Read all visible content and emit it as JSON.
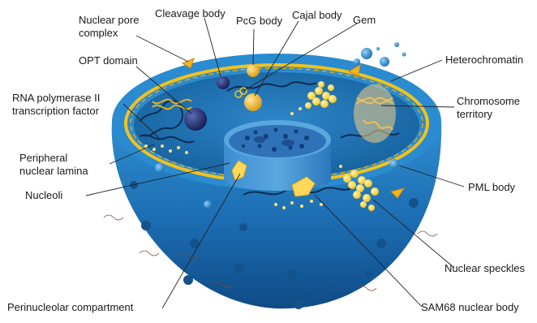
{
  "labels": {
    "nuclear_pore_complex": "Nuclear pore\ncomplex",
    "cleavage_body": "Cleavage body",
    "pcg_body": "PcG body",
    "cajal_body": "Cajal body",
    "gem": "Gem",
    "heterochromatin": "Heterochromatin",
    "opt_domain": "OPT domain",
    "rna_pol_ii_tf": "RNA polymerase II\ntranscription factor",
    "chromosome_territory": "Chromosome\nterritory",
    "peripheral_nuclear_lamina": "Peripheral\nnuclear lamina",
    "nucleoli": "Nucleoli",
    "pml_body": "PML body",
    "nuclear_speckles": "Nuclear speckles",
    "perinucleolar_compartment": "Perinucleolar compartment",
    "sam68_nuclear_body": "SAM68 nuclear body"
  },
  "colors": {
    "nucleus_blue": "#1a6fae",
    "envelope_yellow": "#f2c21b",
    "nucleolus_blue": "#2f72b8",
    "speckle_yellow": "#ffd85a",
    "dark_body": "#1f2a66",
    "leader_line": "#222222"
  }
}
